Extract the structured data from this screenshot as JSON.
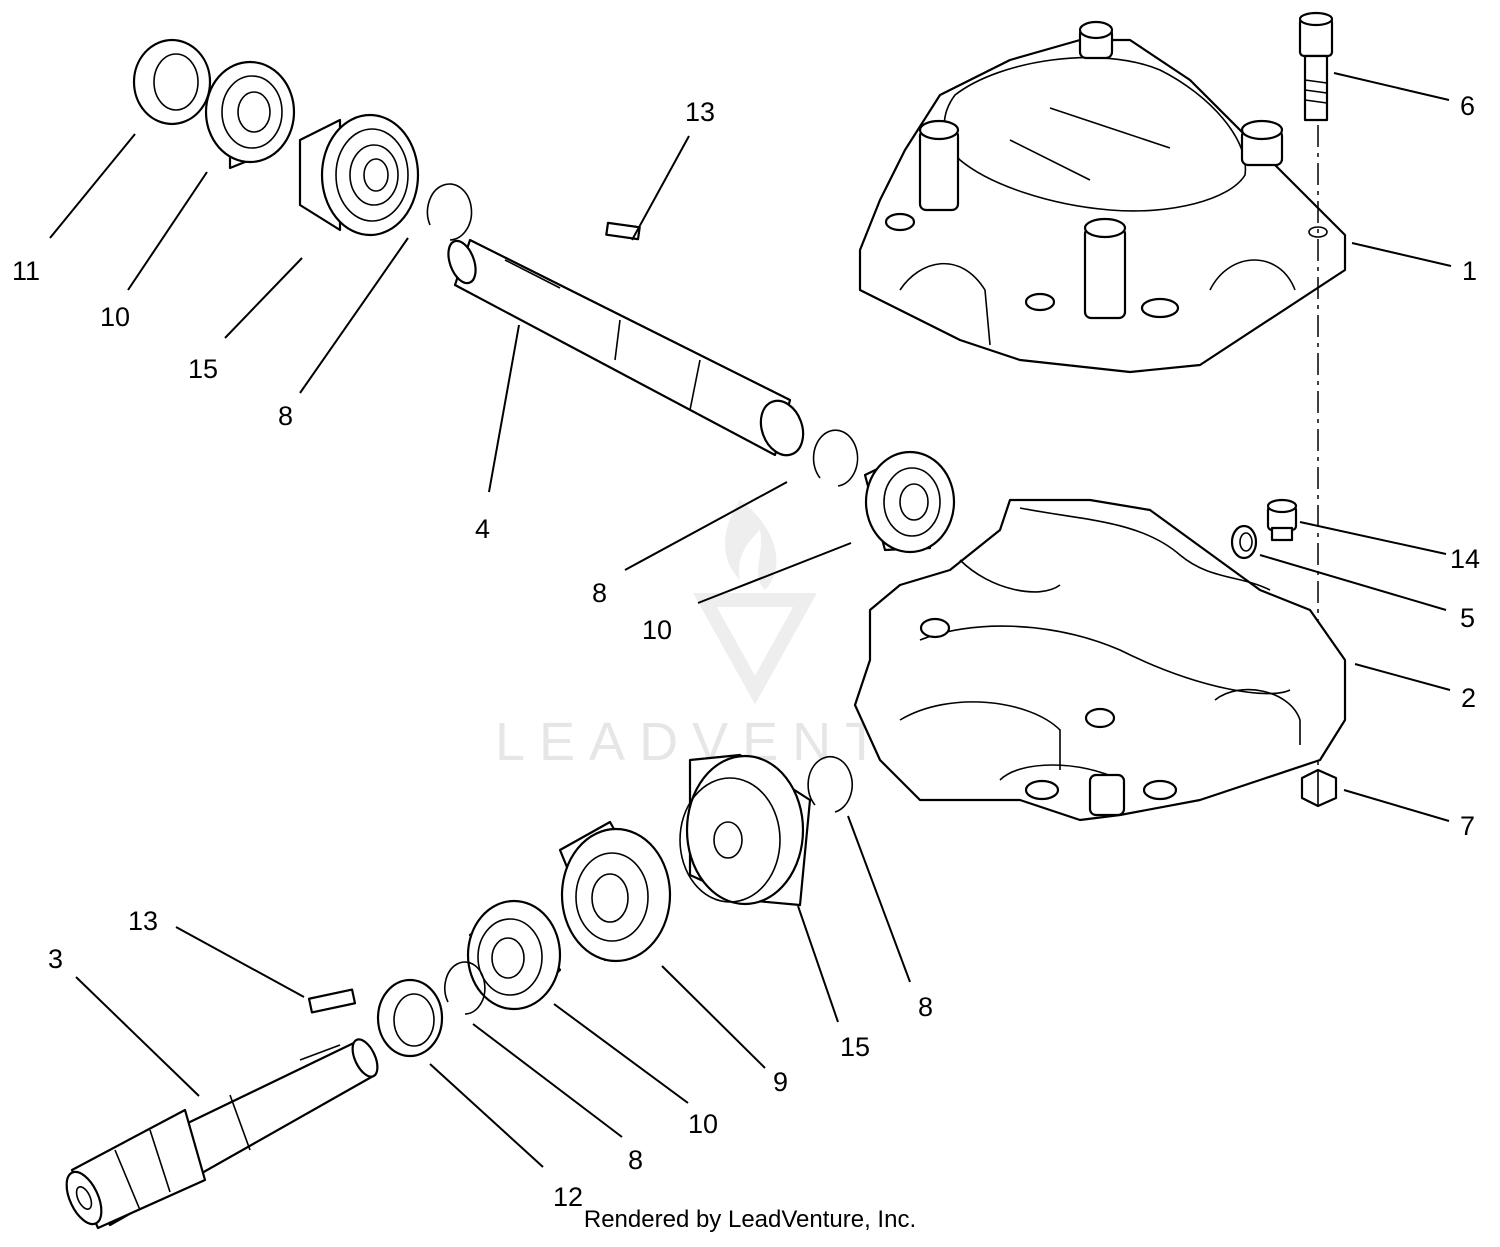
{
  "watermark": {
    "text": "LEADVENTURE"
  },
  "footer": {
    "text": "Rendered by LeadVenture, Inc."
  },
  "callouts": [
    {
      "id": "c11",
      "label": "11"
    },
    {
      "id": "c10a",
      "label": "10"
    },
    {
      "id": "c15a",
      "label": "15"
    },
    {
      "id": "c8a",
      "label": "8"
    },
    {
      "id": "c13a",
      "label": "13"
    },
    {
      "id": "c4",
      "label": "4"
    },
    {
      "id": "c8b",
      "label": "8"
    },
    {
      "id": "c10b",
      "label": "10"
    },
    {
      "id": "c6",
      "label": "6"
    },
    {
      "id": "c1",
      "label": "1"
    },
    {
      "id": "c14",
      "label": "14"
    },
    {
      "id": "c5",
      "label": "5"
    },
    {
      "id": "c2",
      "label": "2"
    },
    {
      "id": "c7",
      "label": "7"
    },
    {
      "id": "c8c",
      "label": "8"
    },
    {
      "id": "c15b",
      "label": "15"
    },
    {
      "id": "c9",
      "label": "9"
    },
    {
      "id": "c10c",
      "label": "10"
    },
    {
      "id": "c8d",
      "label": "8"
    },
    {
      "id": "c12",
      "label": "12"
    },
    {
      "id": "c13b",
      "label": "13"
    },
    {
      "id": "c3",
      "label": "3"
    }
  ]
}
